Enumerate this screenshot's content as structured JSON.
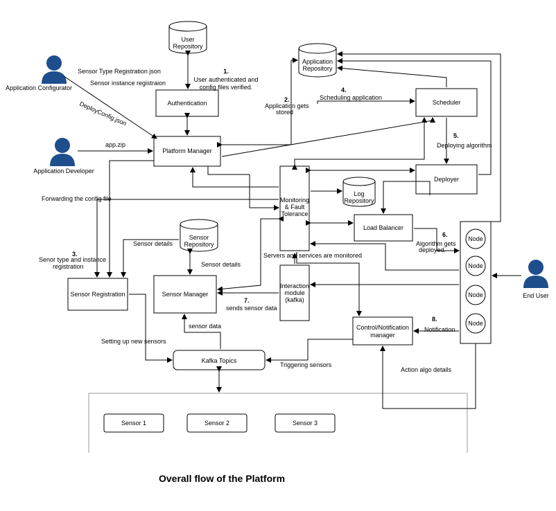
{
  "caption": "Overall flow of the Platform",
  "actors": {
    "configurator": "Application Configurator",
    "developer": "Application Developer",
    "end_user": "End User"
  },
  "storage": {
    "user_repo": [
      "User",
      "Repository"
    ],
    "app_repo": [
      "Application",
      "Repository"
    ],
    "log_repo": [
      "Log",
      "Repository"
    ],
    "sensor_repo": [
      "Sensor",
      "Repository"
    ]
  },
  "components": {
    "authentication": "Authentication",
    "platform_manager": "Platform Manager",
    "scheduler": "Scheduler",
    "deployer": "Deployer",
    "monitoring": [
      "Monitoring",
      "& Fault",
      "Tolerance"
    ],
    "load_balancer": "Load Balancer",
    "sensor_registration": "Sensor Registration",
    "sensor_manager": "Sensor Manager",
    "interaction": [
      "Interaction",
      "module",
      "(kafka)"
    ],
    "control": [
      "Control/Notification",
      "manager"
    ],
    "kafka_topics": "Kafka Topics",
    "node": "Node",
    "sensors": [
      "Sensor 1",
      "Sensor 2",
      "Sensor 3"
    ]
  },
  "labels": {
    "sensor_type_reg_json": "Sensor Type Registration json",
    "sensor_instance_reg": "Sensor instance registraion",
    "deploy_config": "DeployConfig.json",
    "app_zip": "app.zip",
    "step1_num": "1.",
    "step1": [
      "User authenticated and",
      "config files verified."
    ],
    "step2_num": "2.",
    "step2": [
      "Application gets",
      "stored"
    ],
    "step4_num": "4.",
    "step4": "Scheduling application",
    "step5_num": "5.",
    "step5": "Deploying algorithm",
    "forwarding": "Forwarding the config file",
    "step3_num": "3.",
    "step3": [
      "Senor type and instance",
      "registration"
    ],
    "sensor_details_left": "Sensor details",
    "sensor_details_right": "Sensor details",
    "servers_monitored": "Servers and services are monitored",
    "step6_num": "6.",
    "step6": [
      "Algorithm gets",
      "deployed."
    ],
    "step7_num": "7.",
    "step7": "sends sensor data",
    "step8_num": "8.",
    "step8": "Notification",
    "sensor_data": "sensor data",
    "setting_up": "Setting up new sensors",
    "triggering": "Triggering sensors",
    "action_algo": "Action algo details"
  },
  "colors": {
    "actor_fill": "#1f4e8c",
    "line": "#000000",
    "box_border": "#000000",
    "sensor_area_border": "#999999"
  }
}
